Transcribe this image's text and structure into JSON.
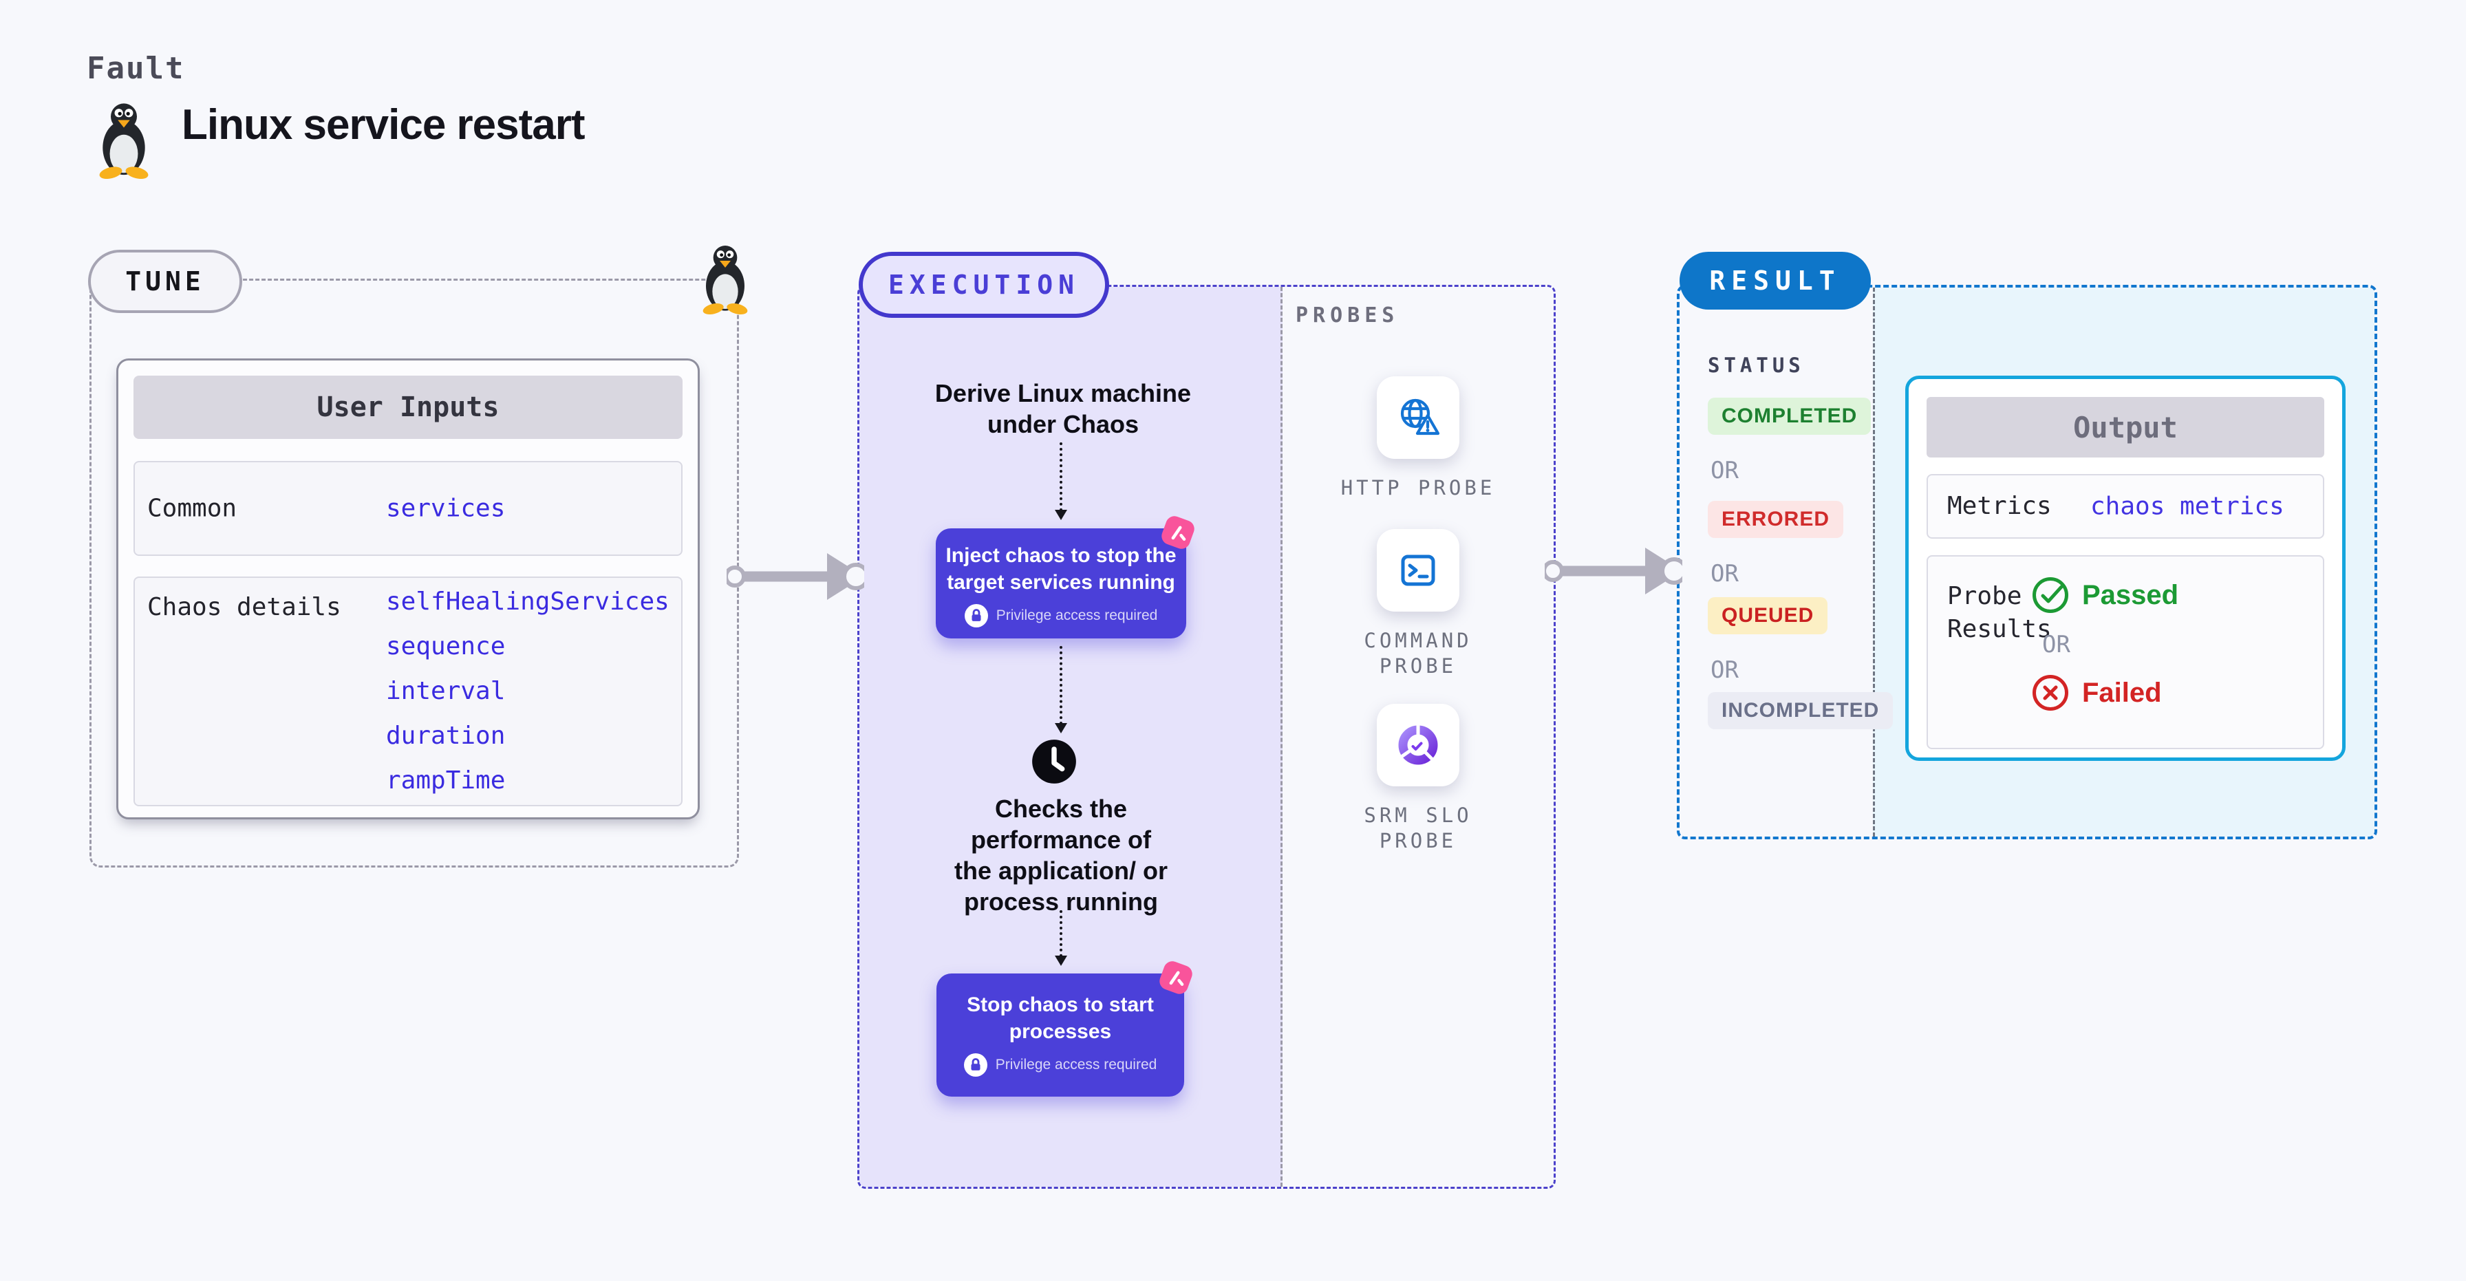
{
  "header": {
    "eyebrow": "Fault",
    "title": "Linux service restart"
  },
  "tune": {
    "badge": "TUNE",
    "table": {
      "header": "User Inputs",
      "row1_label": "Common",
      "row1_value": "services",
      "row2_label": "Chaos details",
      "row2_values": [
        "selfHealingServices",
        "sequence",
        "interval",
        "duration",
        "rampTime"
      ]
    }
  },
  "execution": {
    "badge": "EXECUTION",
    "step1_lines": [
      "Derive Linux machine",
      "under Chaos"
    ],
    "node1_lines": [
      "Inject chaos to stop the",
      "target services running"
    ],
    "node1_note": "Privilege access required",
    "step2_lines": [
      "Checks the",
      "performance of",
      "the application/ or",
      "process running"
    ],
    "node2_lines": [
      "Stop chaos to start",
      "processes"
    ],
    "node2_note": "Privilege access required"
  },
  "probes": {
    "label": "PROBES",
    "items": [
      {
        "label_lines": [
          "HTTP PROBE"
        ],
        "icon": "globe-warning-icon"
      },
      {
        "label_lines": [
          "COMMAND",
          "PROBE"
        ],
        "icon": "terminal-icon"
      },
      {
        "label_lines": [
          "SRM SLO",
          "PROBE"
        ],
        "icon": "slo-donut-icon"
      }
    ]
  },
  "result": {
    "badge": "RESULT",
    "status_label": "STATUS",
    "or_label": "OR",
    "statuses": [
      {
        "label": "COMPLETED",
        "bg": "#def4da",
        "fg": "#1d8030"
      },
      {
        "label": "ERRORED",
        "bg": "#fce5e5",
        "fg": "#d02b2b"
      },
      {
        "label": "QUEUED",
        "bg": "#fcefc4",
        "fg": "#ca2121"
      },
      {
        "label": "INCOMPLETED",
        "bg": "#ebecf4",
        "fg": "#6a7089"
      }
    ],
    "output": {
      "header": "Output",
      "metrics_label": "Metrics",
      "metrics_value": "chaos metrics",
      "probe_results_lines": [
        "Probe",
        "Results"
      ],
      "passed": "Passed",
      "or": "OR",
      "failed": "Failed"
    }
  },
  "colors": {
    "accent_indigo": "#4b40d9",
    "accent_blue": "#0e76c9",
    "accent_cyan": "#14a5dd",
    "accent_pink": "#f9549b",
    "probe_icon_blue": "#1474d4",
    "passed_green": "#1c9a34",
    "failed_red": "#d32424",
    "arrow_gray": "#b2b0be",
    "lavender_fill": "#e6e3fb",
    "cyan_fill": "#e8f5fc"
  }
}
